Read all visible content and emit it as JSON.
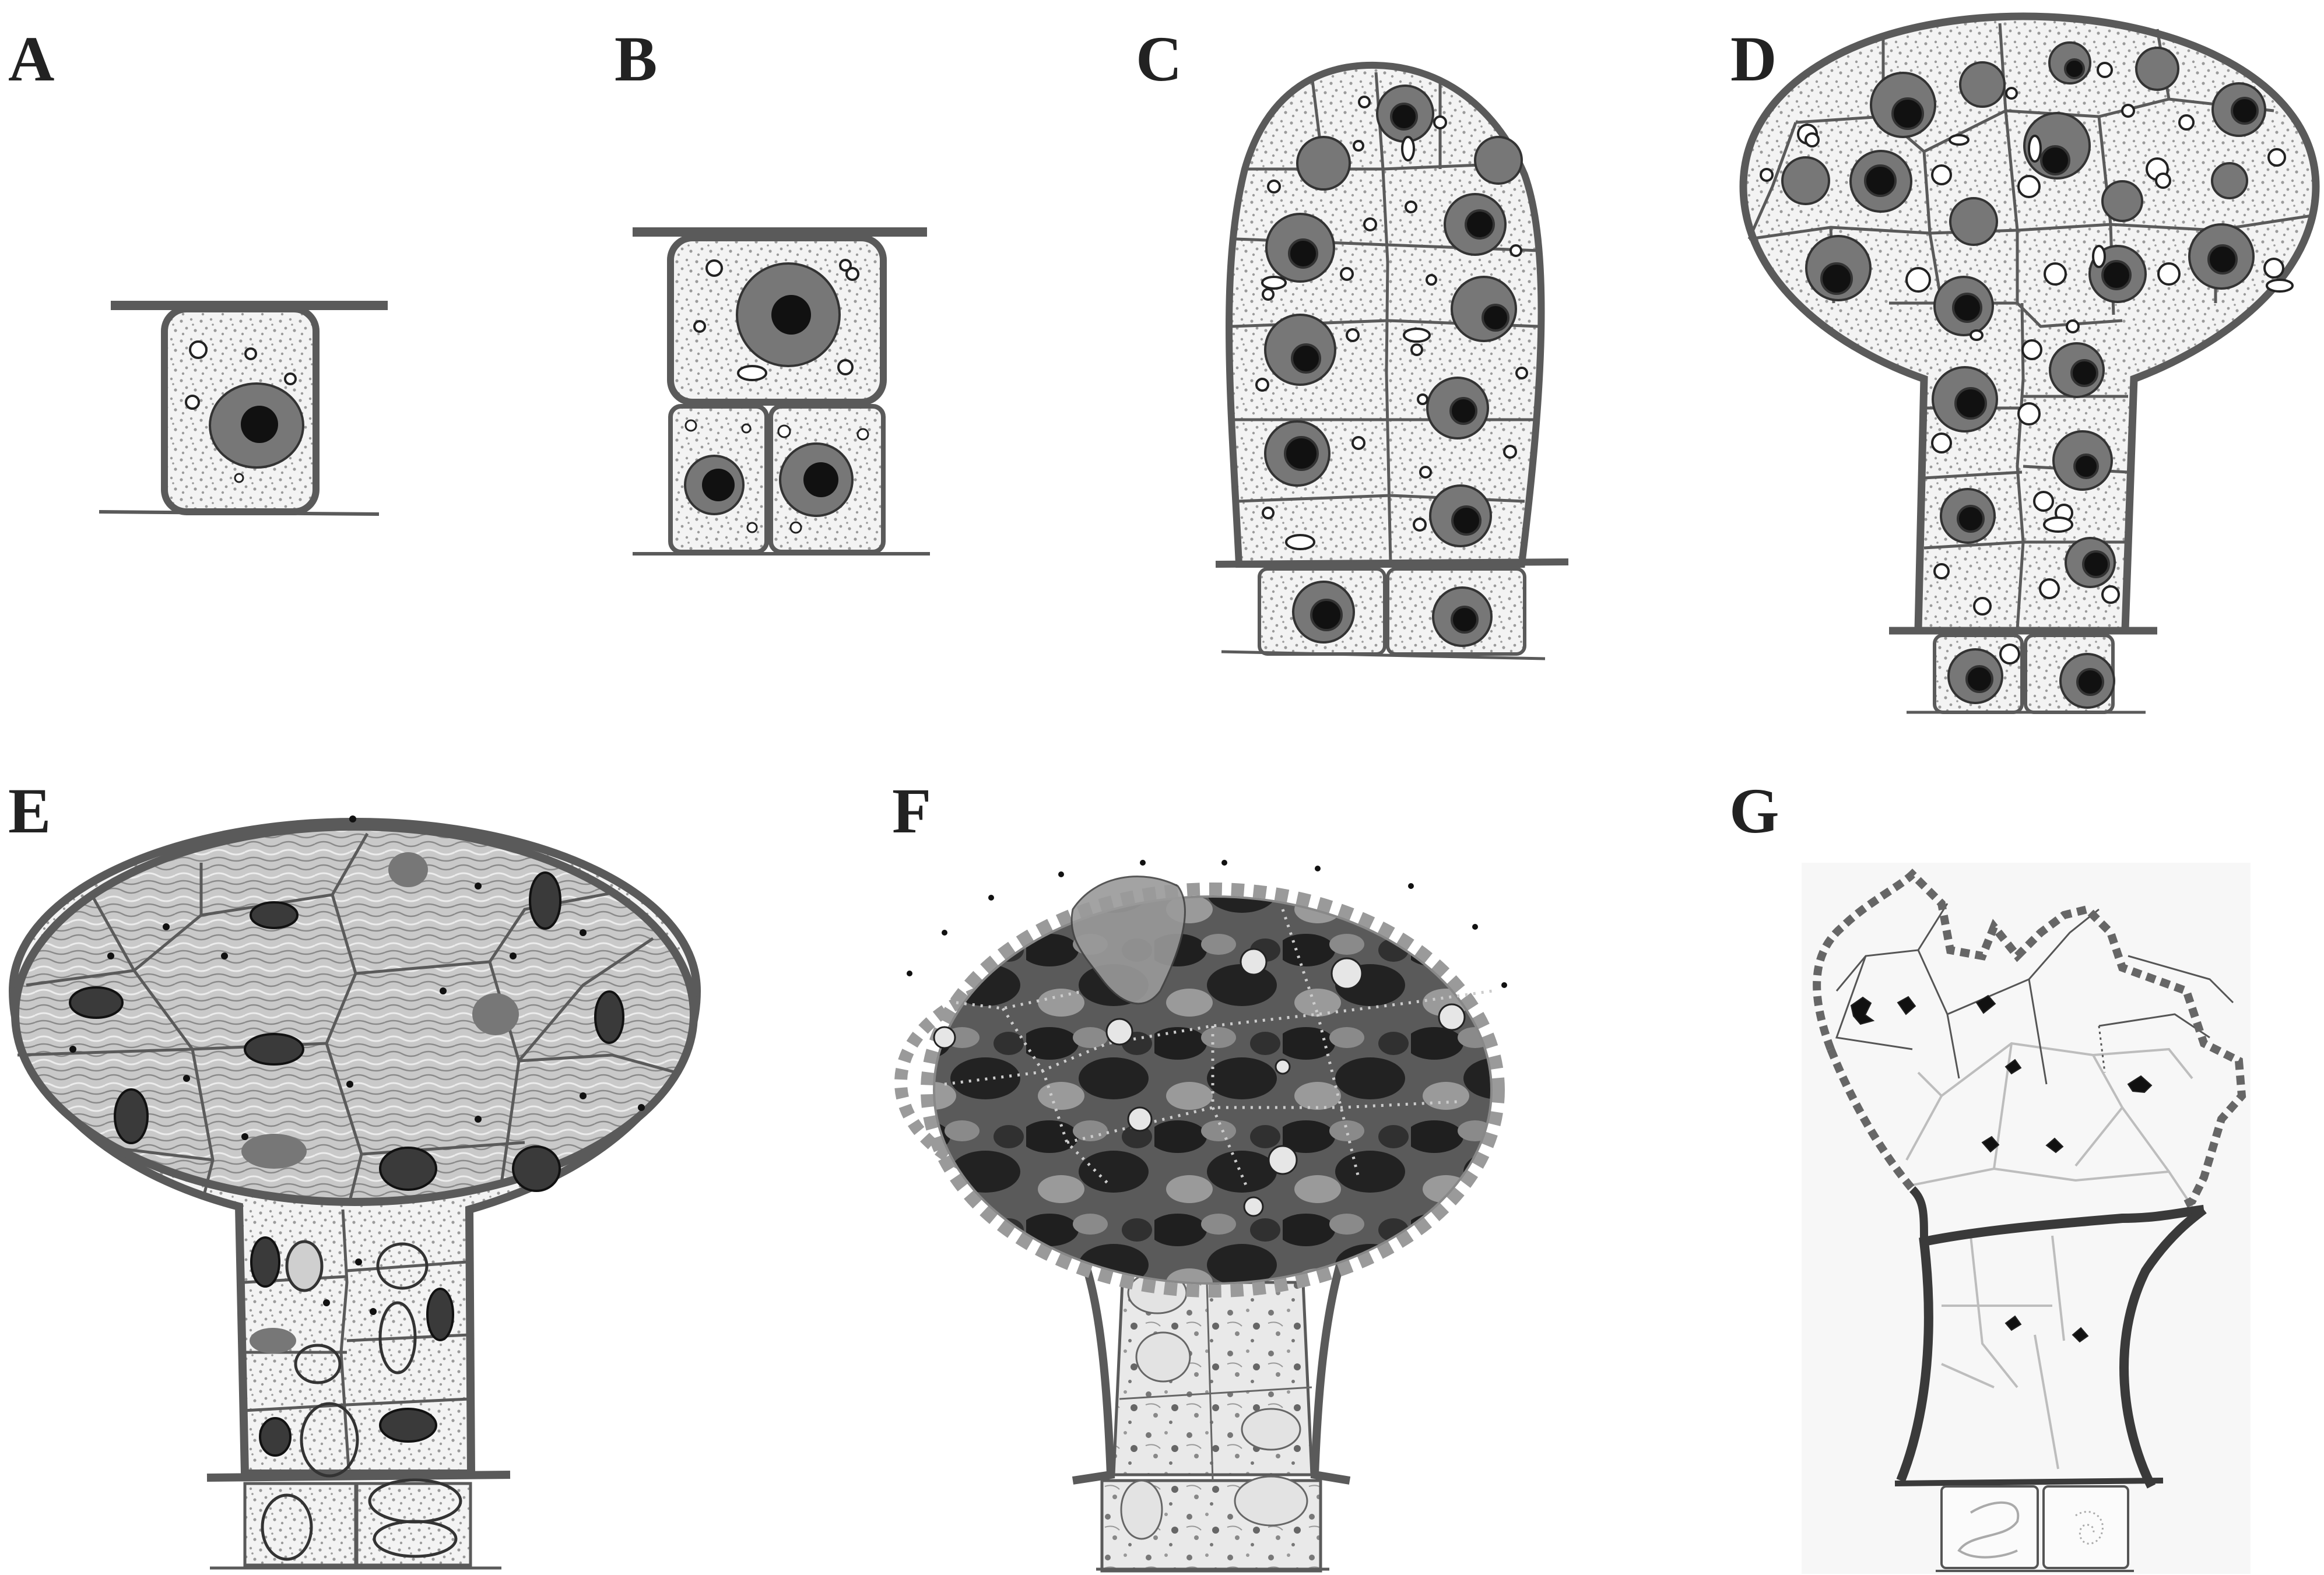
{
  "figure": {
    "panels": [
      {
        "id": "A",
        "label": "A"
      },
      {
        "id": "B",
        "label": "B"
      },
      {
        "id": "C",
        "label": "C"
      },
      {
        "id": "D",
        "label": "D"
      },
      {
        "id": "E",
        "label": "E"
      },
      {
        "id": "F",
        "label": "F"
      },
      {
        "id": "G",
        "label": "G"
      }
    ]
  },
  "colors": {
    "outline": "#5a5a5a",
    "cytoplasm": "#f3f3f3",
    "stipple": "#9a9a9a",
    "nucleus": "#777777",
    "nucleolus": "#111111",
    "vacuole": "#ffffff",
    "dark_tissue": "#2e2e2e",
    "light_ellipse": "#e3e3e3",
    "pale_outline": "#bdbdbd"
  }
}
